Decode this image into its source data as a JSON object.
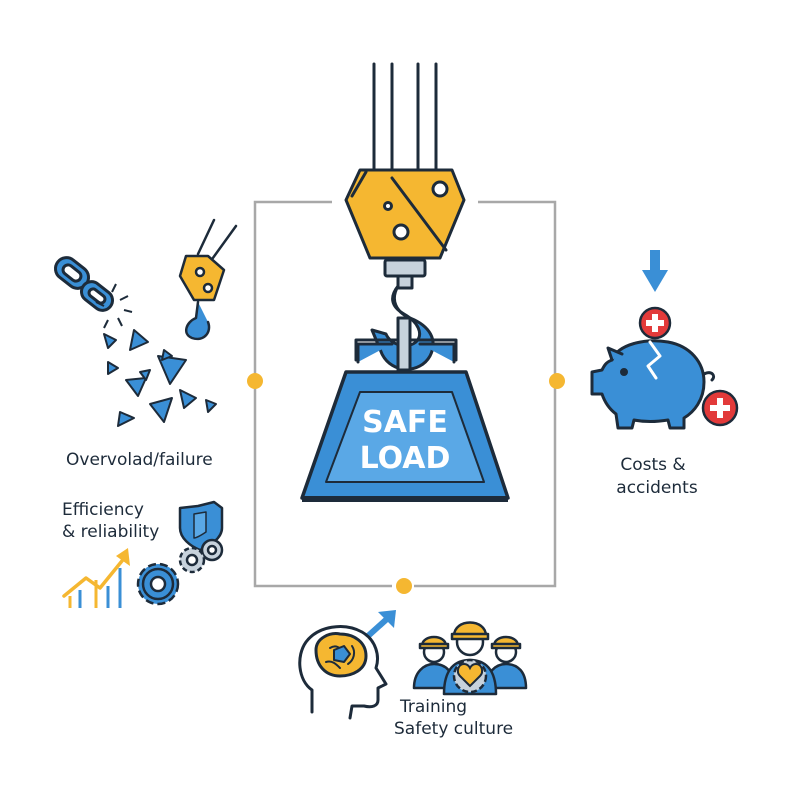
{
  "center": {
    "weight_line1": "SAFE",
    "weight_line2": "LOAD"
  },
  "left": {
    "overload_label": "Overvolad/failure",
    "efficiency_line1": "Efficiency",
    "efficiency_line2": "& reliability"
  },
  "right": {
    "costs_line1": "Costs &",
    "costs_line2": "accidents"
  },
  "bottom": {
    "training_line1": "Training",
    "training_line2": "Safety culture"
  },
  "colors": {
    "dark": "#1d2b3a",
    "blue": "#3a8fd6",
    "yellow": "#f5b731",
    "red": "#e23a3a",
    "connector": "#a8a8a8",
    "dot": "#f5b731"
  },
  "icons": [
    "crane-hook-icon",
    "weight-icon",
    "broken-chain-icon",
    "small-crane-hook-icon",
    "shield-gear-icon",
    "rising-chart-icon",
    "gears-icon",
    "piggy-bank-icon",
    "down-arrow-icon",
    "plus-badge-icon",
    "brain-head-icon",
    "workers-team-icon",
    "heart-icon",
    "up-arrow-icon"
  ]
}
